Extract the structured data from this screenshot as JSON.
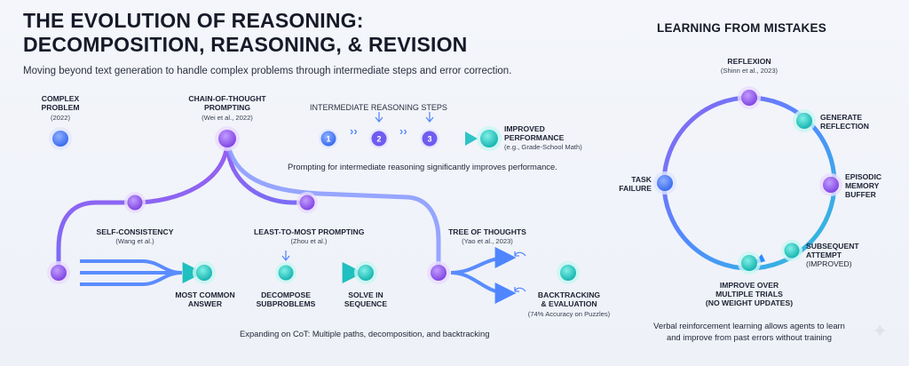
{
  "header": {
    "title_line1": "THE EVOLUTION OF REASONING:",
    "title_line2": "DECOMPOSITION, REASONING, & REVISION",
    "subtitle": "Moving beyond text generation to handle complex problems through intermediate steps and error correction."
  },
  "pipeline": {
    "complex_problem": {
      "label_line1": "COMPLEX",
      "label_line2": "PROBLEM",
      "cite": "(2022)"
    },
    "cot": {
      "label_line1": "CHAIN-OF-THOUGHT",
      "label_line2": "PROMPTING",
      "cite": "(Wei et al., 2022)"
    },
    "steps_label": "INTERMEDIATE REASONING STEPS",
    "steps": [
      "1",
      "2",
      "3"
    ],
    "improved": {
      "label_line1": "IMPROVED",
      "label_line2": "PERFORMANCE",
      "cite": "(e.g., Grade-School Math)"
    },
    "note": "Prompting for intermediate reasoning significantly improves performance."
  },
  "branches": {
    "self_consistency": {
      "label": "SELF-CONSISTENCY",
      "cite": "(Wang et al.)"
    },
    "most_common": {
      "label_line1": "MOST COMMON",
      "label_line2": "ANSWER"
    },
    "least_to_most": {
      "label": "LEAST-TO-MOST PROMPTING",
      "cite": "(Zhou et al.)"
    },
    "decompose": {
      "label_line1": "DECOMPOSE",
      "label_line2": "SUBPROBLEMS"
    },
    "solve": {
      "label_line1": "SOLVE IN",
      "label_line2": "SEQUENCE"
    },
    "tree_of_thoughts": {
      "label": "TREE OF THOUGHTS",
      "cite": "(Yao et al., 2023)"
    },
    "backtracking": {
      "label_line1": "BACKTRACKING",
      "label_line2": "& EVALUATION",
      "cite": "(74% Accuracy on Puzzles)"
    },
    "note": "Expanding on CoT: Multiple paths, decomposition, and backtracking"
  },
  "learning": {
    "heading": "LEARNING FROM MISTAKES",
    "reflexion": {
      "label": "REFLEXION",
      "cite": "(Shinn et al., 2023)"
    },
    "generate": {
      "label_line1": "GENERATE",
      "label_line2": "REFLECTION"
    },
    "episodic": {
      "label_line1": "EPISODIC",
      "label_line2": "MEMORY",
      "label_line3": "BUFFER"
    },
    "subsequent": {
      "label_line1": "SUBSEQUENT",
      "label_line2": "ATTEMPT",
      "label_line3": "(IMPROVED)"
    },
    "improve": {
      "label_line1": "IMPROVE OVER",
      "label_line2": "MULTIPLE TRIALS",
      "label_line3": "(NO WEIGHT UPDATES)"
    },
    "task_failure": {
      "label_line1": "TASK",
      "label_line2": "FAILURE"
    },
    "note_line1": "Verbal reinforcement learning allows agents to learn",
    "note_line2": "and improve from past errors without training"
  },
  "colors": {
    "blue": "#3f7bff",
    "purple": "#9b5cf0",
    "teal": "#18c3c0",
    "title": "#161a28"
  }
}
